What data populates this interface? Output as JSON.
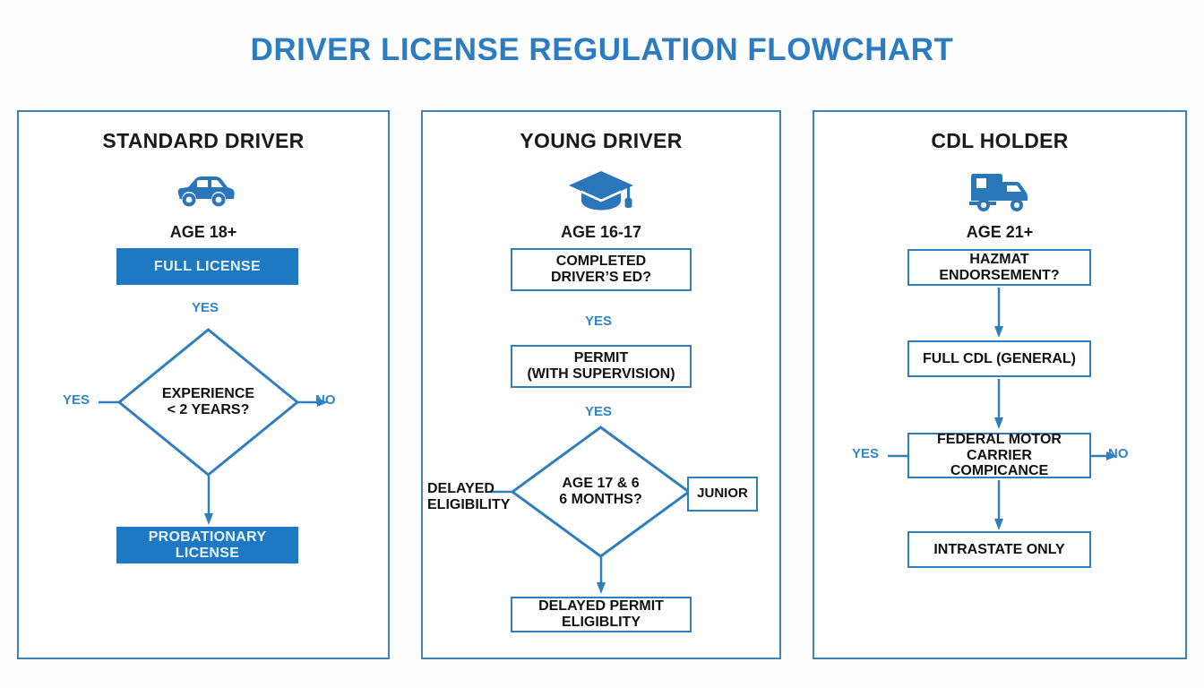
{
  "title": "DRIVER LICENSE REGULATION FLOWCHART",
  "colors": {
    "accent_blue": "#2b7cc0",
    "border_blue": "#3d82b8",
    "node_border": "#2f7fbe",
    "filled_node_bg": "#1f79c2",
    "filled_node_text": "#e8f2fb",
    "label_blue": "#2f86c6",
    "text_dark": "#111111",
    "background": "#fdfdfe"
  },
  "panels": [
    {
      "id": "standard-driver",
      "title": "STANDARD DRIVER",
      "icon": "car-icon",
      "age": "AGE 18+",
      "nodes": [
        {
          "name": "full-license",
          "label": "FULL LICENSE",
          "style": "filled"
        },
        {
          "name": "experience-decision",
          "label": "EXPERIENCE\n< 2 YEARS?",
          "style": "diamond"
        },
        {
          "name": "probationary-license",
          "label": "PROBATIONARY LICENSE",
          "style": "filled"
        }
      ],
      "edge_labels": [
        {
          "name": "yes-below-full-license",
          "text": "YES"
        },
        {
          "name": "yes-left-of-diamond",
          "text": "YES"
        },
        {
          "name": "no-right-of-diamond",
          "text": "NO"
        }
      ]
    },
    {
      "id": "young-driver",
      "title": "YOUNG DRIVER",
      "icon": "graduation-cap-icon",
      "age": "AGE 16-17",
      "nodes": [
        {
          "name": "completed-drivers-ed",
          "label": "COMPLETED\nDRIVER’S ED?",
          "style": "outline"
        },
        {
          "name": "permit-with-supervision",
          "label": "PERMIT\n(WITH SUPERVISION)",
          "style": "outline"
        },
        {
          "name": "age-17-6-months-decision",
          "label": "AGE 17 & 6\n6 MONTHS?",
          "style": "diamond"
        },
        {
          "name": "junior",
          "label": "JUNIOR",
          "style": "outline"
        },
        {
          "name": "delayed-permit-eligiblity",
          "label": "DELAYED PERMIT ELIGIBLITY",
          "style": "outline"
        }
      ],
      "edge_labels": [
        {
          "name": "yes-after-drivers-ed",
          "text": "YES"
        },
        {
          "name": "yes-after-permit",
          "text": "YES"
        },
        {
          "name": "delayed-eligibility-left",
          "text": "DELAYED\nELIGIBILITY"
        }
      ]
    },
    {
      "id": "cdl-holder",
      "title": "CDL HOLDER",
      "icon": "truck-icon",
      "age": "AGE 21+",
      "nodes": [
        {
          "name": "hazmat-endorsement",
          "label": "HAZMAT ENDORSEMENT?",
          "style": "outline"
        },
        {
          "name": "full-cdl-general",
          "label": "FULL CDL (GENERAL)",
          "style": "outline"
        },
        {
          "name": "federal-motor-carrier-compicance",
          "label": "FEDERAL MOTOR CARRIER\nCOMPICANCE",
          "style": "outline"
        },
        {
          "name": "intrastate-only",
          "label": "INTRASTATE ONLY",
          "style": "outline"
        }
      ],
      "edge_labels": [
        {
          "name": "yes-left-of-compliance",
          "text": "YES"
        },
        {
          "name": "no-right-of-compliance",
          "text": "NO"
        }
      ]
    }
  ]
}
